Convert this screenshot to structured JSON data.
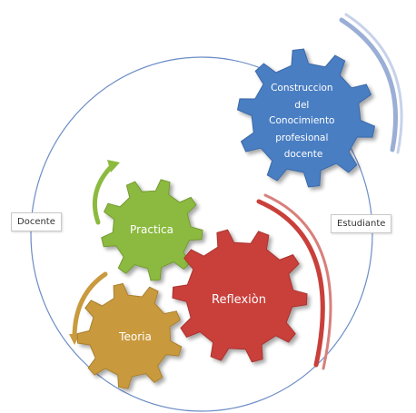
{
  "roles": {
    "left": "Docente",
    "right": "Estudiante"
  },
  "gears": {
    "construccion": [
      "Construccion",
      "del",
      "Conocimiento",
      "profesional",
      "docente"
    ],
    "practica": "Practica",
    "reflexion": "Reflexiòn",
    "teoria": "Teoria"
  },
  "colors": {
    "construccion": "#4a7ec3",
    "practica": "#8cba3f",
    "reflexion": "#c9403b",
    "teoria": "#c99a3e",
    "ring": "#6b8cc6"
  }
}
